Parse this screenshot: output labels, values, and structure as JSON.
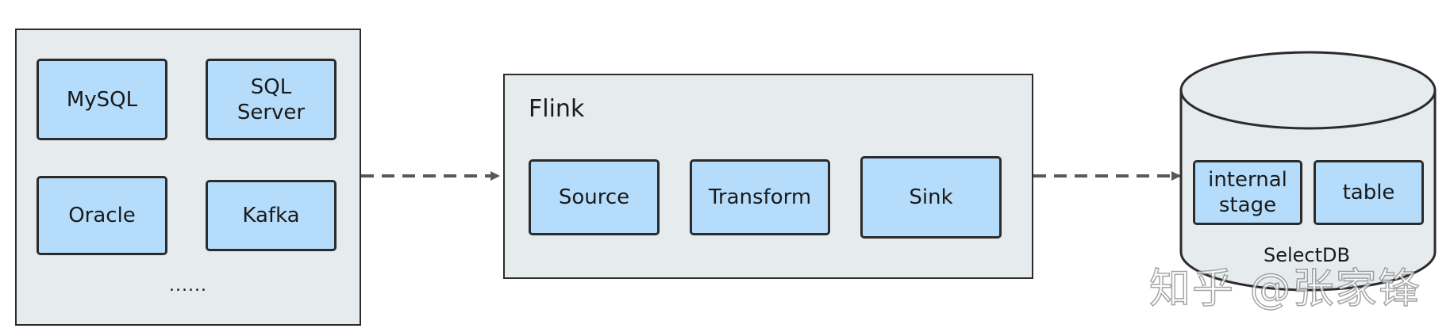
{
  "sources": {
    "nodes": [
      {
        "label": "MySQL"
      },
      {
        "label": "SQL\nServer"
      },
      {
        "label": "Oracle"
      },
      {
        "label": "Kafka"
      }
    ],
    "more": "......"
  },
  "flink": {
    "title": "Flink",
    "stages": [
      {
        "label": "Source"
      },
      {
        "label": "Transform"
      },
      {
        "label": "Sink"
      }
    ]
  },
  "selectdb": {
    "label": "SelectDB",
    "items": [
      {
        "label": "internal\nstage"
      },
      {
        "label": "table"
      }
    ]
  },
  "watermark": "知乎 @张家锋",
  "colors": {
    "panel_fill": "#e6ebee",
    "node_fill": "#b5ddfb",
    "border": "#2b2b2b",
    "arrow": "#595959"
  }
}
